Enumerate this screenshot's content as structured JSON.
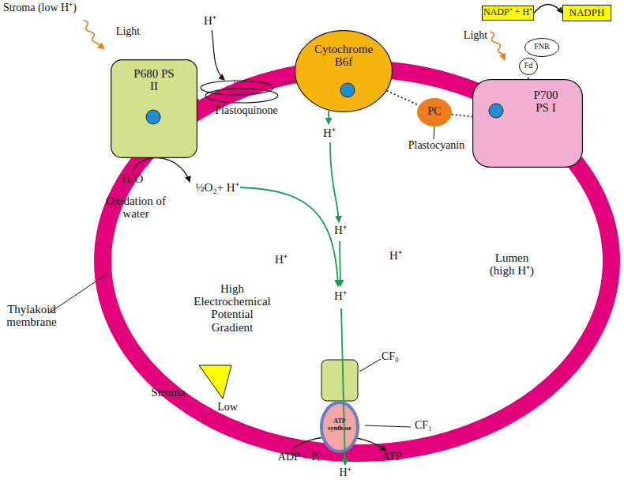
{
  "diagram": {
    "nodes": [
      {
        "text": [
          "P680 PS II"
        ]
      },
      {
        "text": [
          "PQ",
          "PQH"
        ]
      },
      {
        "text": [
          "Cytochrome B6f"
        ]
      },
      {
        "text": [
          "PC"
        ]
      },
      {
        "text": [
          "P700 PS I"
        ]
      },
      {
        "text": [
          "Fd"
        ]
      },
      {
        "text": [
          "FNR"
        ]
      },
      {
        "text": [
          "NADP⁺ + H⁺"
        ]
      },
      {
        "text": [
          "NADPH"
        ]
      },
      {
        "text": [
          "ATP synthase"
        ]
      }
    ],
    "edges": [
      {
        "from": 0,
        "to": 1,
        "arrow": "none"
      },
      {
        "from": 1,
        "to": 2,
        "arrow": "none"
      },
      {
        "from": 2,
        "to": 3,
        "arrow": "none"
      },
      {
        "from": 3,
        "to": 4,
        "arrow": "none"
      },
      {
        "from": 4,
        "to": 5,
        "arrow": "none"
      },
      {
        "from": 7,
        "to": 8,
        "arrow": "to"
      }
    ],
    "labels": [
      "Stroma (low H⁺)",
      "Light",
      "H⁺",
      "Light",
      "Plastoquinone",
      "H⁺",
      "Plastocyanin",
      "H₂O",
      "½O₂+ H⁺",
      "Oxidation of water",
      "H⁺",
      "H⁺",
      "H⁺",
      "Lumen (high H⁺)",
      "High Electrochemical Potential Gradient",
      "H⁺",
      "Thylakoid membrane",
      "CF₀",
      "Stroma",
      "Low",
      "CF₁",
      "ADP + Pᵢ",
      "ATP",
      "H⁺"
    ]
  }
}
